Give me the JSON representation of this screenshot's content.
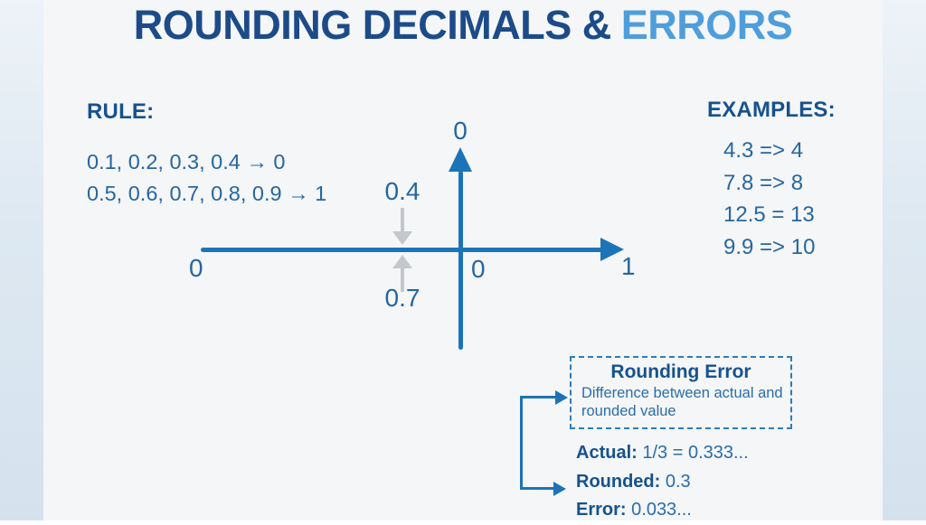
{
  "title": {
    "primary": "ROUNDING DECIMALS &",
    "accent": "ERRORS"
  },
  "rule": {
    "heading": "RULE:",
    "lines": [
      "0.1, 0.2, 0.3, 0.4 → 0",
      "0.5, 0.6, 0.7, 0.8, 0.9 → 1"
    ]
  },
  "examples": {
    "heading": "EXAMPLES:",
    "items": [
      "4.3 => 4",
      "7.8 => 8",
      "12.5 = 13",
      "9.9 => 10"
    ]
  },
  "number_line": {
    "vertical_top_label": "0",
    "left_end_label": "0",
    "origin_label": "0",
    "right_end_label": "1",
    "above_line_label": "0.4",
    "below_line_label": "0.7"
  },
  "error_box": {
    "heading": "Rounding Error",
    "description": "Difference between actual and rounded value"
  },
  "calc": {
    "lines": [
      {
        "label": "Actual:",
        "value": " 1/3 = 0.333..."
      },
      {
        "label": "Rounded:",
        "value": " 0.3"
      },
      {
        "label": "Error:",
        "value": " 0.033..."
      }
    ]
  },
  "colors": {
    "title_dark": "#1c4b88",
    "title_accent": "#4f9edb",
    "heading_navy": "#17528c",
    "body_blue": "#27669f",
    "axis_blue": "#1b74b8",
    "arrow_gray": "#c4c8cc",
    "background": "#f4f6f8",
    "side_band": "#dbe6f0"
  }
}
